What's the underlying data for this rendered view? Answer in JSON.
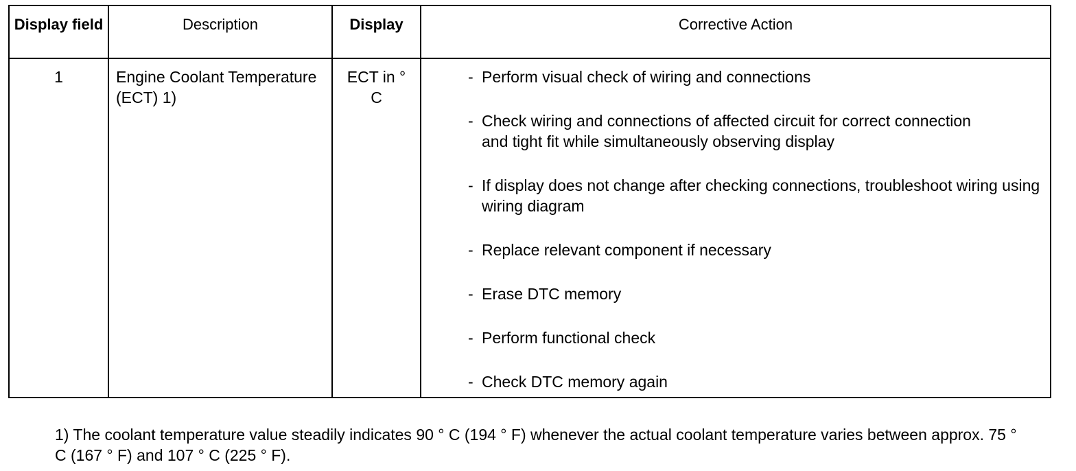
{
  "table": {
    "headers": {
      "display_field": "Display field",
      "description": "Description",
      "display": "Display",
      "corrective_action": "Corrective Action"
    },
    "row": {
      "field": "1",
      "description": "Engine Coolant Temperature (ECT) 1)",
      "display": "ECT in ° C",
      "actions": [
        "Perform visual check of wiring and connections",
        "Check wiring and connections of affected circuit for correct connection and tight fit while simultaneously observing display",
        "If display does not change after checking connections, troubleshoot wiring using wiring diagram",
        "Replace relevant component if necessary",
        "Erase DTC memory",
        "Perform functional check",
        "Check DTC memory again"
      ]
    },
    "bullet": "-"
  },
  "footnote": "1) The coolant temperature value steadily indicates 90 ° C (194 ° F) whenever the actual coolant temperature varies between approx. 75 ° C (167 ° F) and 107 ° C (225 ° F)."
}
